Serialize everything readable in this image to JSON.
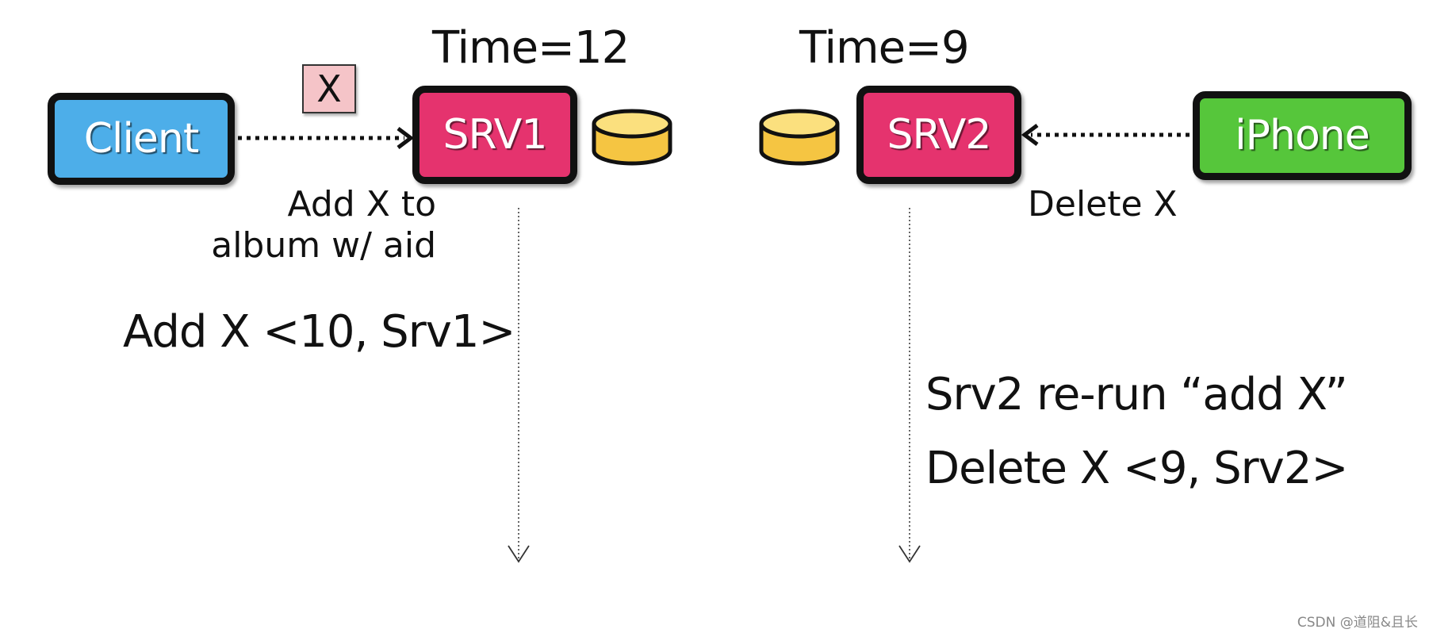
{
  "nodes": {
    "client": {
      "label": "Client",
      "color": "#4daee9"
    },
    "srv1": {
      "label": "SRV1",
      "color": "#e5336e"
    },
    "srv2": {
      "label": "SRV2",
      "color": "#e5336e"
    },
    "iphone": {
      "label": "iPhone",
      "color": "#56c63b"
    }
  },
  "time_srv1": "Time=12",
  "time_srv2": "Time=9",
  "message_item": "X",
  "client_request": {
    "line1": "Add X to",
    "line2": "album w/ aid"
  },
  "iphone_request": "Delete X",
  "srv1_log": "Add X <10, Srv1>",
  "srv2_log": [
    "Srv2 re-run “add X”",
    "Delete X <9, Srv2>"
  ],
  "database_color": "#f5c542",
  "watermark": "CSDN @道阻&且长"
}
